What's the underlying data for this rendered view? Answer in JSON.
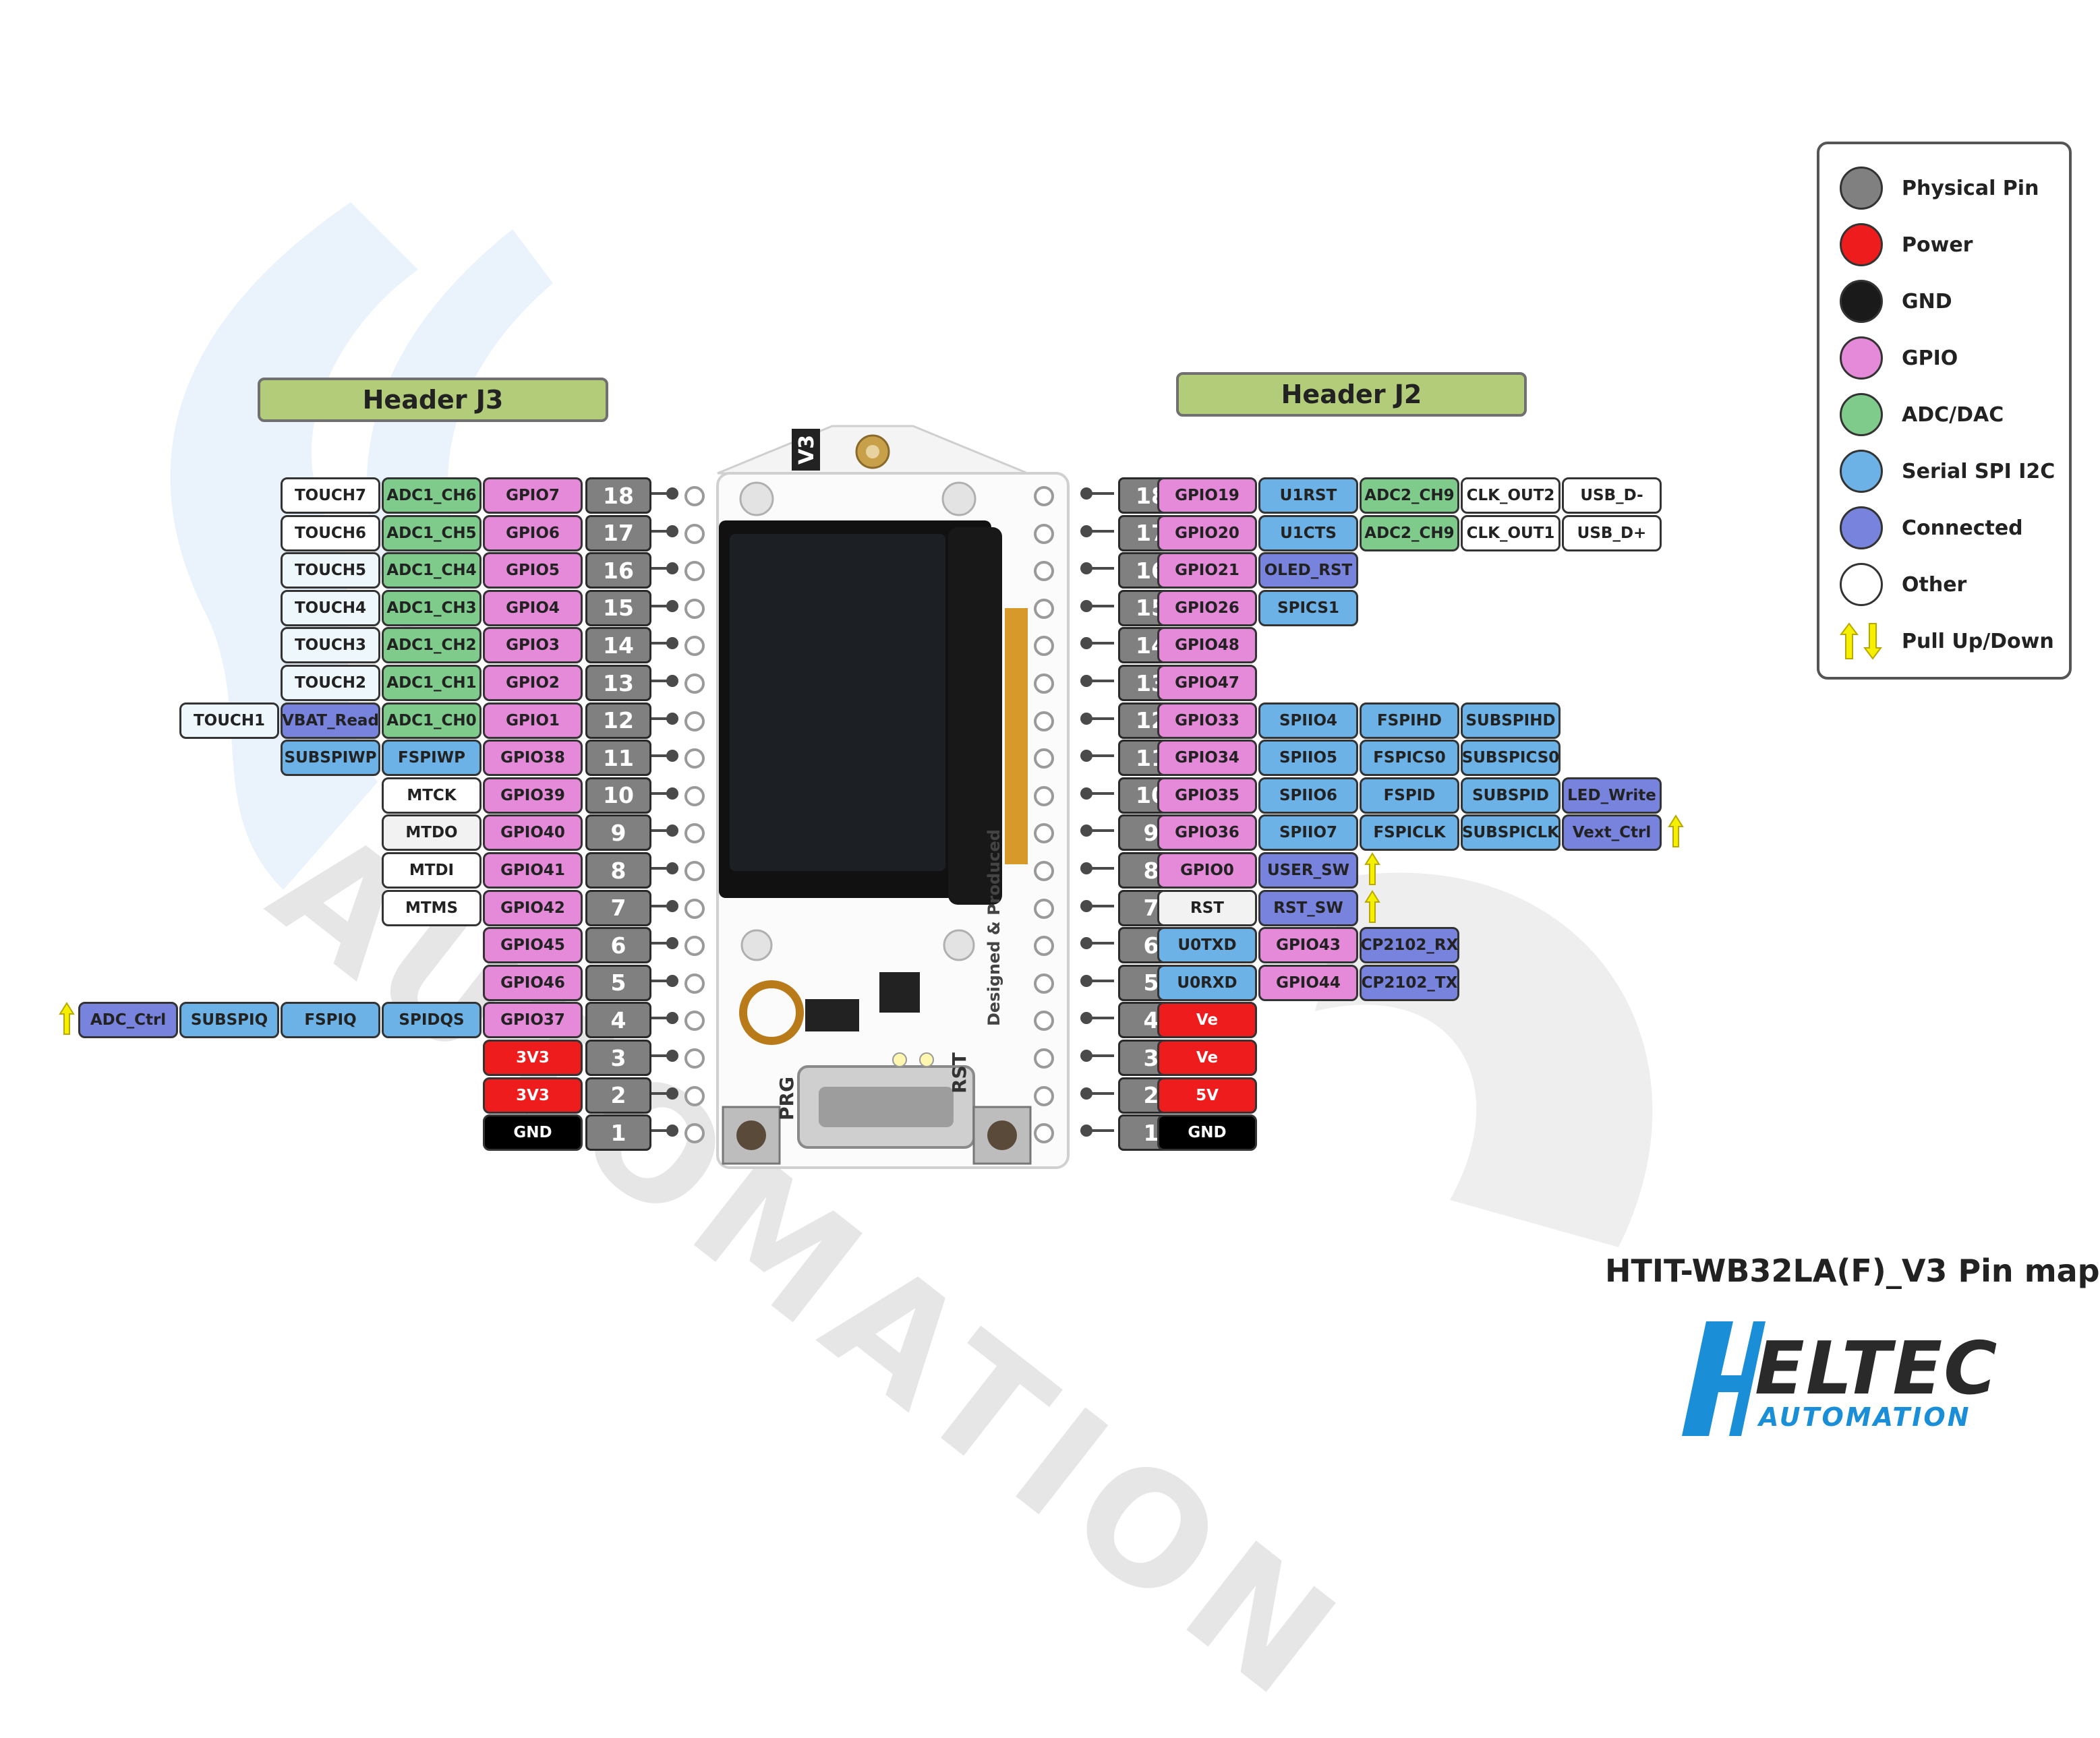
{
  "header_j3": "Header J3",
  "header_j2": "Header J2",
  "board": {
    "silkscreen_version": "V3",
    "button_prg": "PRG",
    "button_rst": "RST",
    "brand_text": "Designed & Produced"
  },
  "title": "HTIT-WB32LA(F)_V3 Pin map",
  "logo": {
    "main": "ELTEC",
    "sub": "AUTOMATION"
  },
  "watermark": "AUTOMATION",
  "legend": [
    {
      "label": "Physical Pin",
      "color": "#808080"
    },
    {
      "label": "Power",
      "color": "#ee1c1c"
    },
    {
      "label": "GND",
      "color": "#1a1a1a"
    },
    {
      "label": "GPIO",
      "color": "#e48ad8"
    },
    {
      "label": "ADC/DAC",
      "color": "#7ecb8c"
    },
    {
      "label": "Serial SPI I2C",
      "color": "#6cb2e6"
    },
    {
      "label": "Connected",
      "color": "#7783dd"
    },
    {
      "label": "Other",
      "color": "#ffffff"
    },
    {
      "label": "Pull Up/Down",
      "color": "arrows"
    }
  ],
  "left_pins": [
    {
      "pin": "18",
      "labels": [
        {
          "t": "GPIO7",
          "c": "gpio"
        },
        {
          "t": "ADC1_CH6",
          "c": "adc"
        },
        {
          "t": "TOUCH7",
          "c": "other"
        }
      ]
    },
    {
      "pin": "17",
      "labels": [
        {
          "t": "GPIO6",
          "c": "gpio"
        },
        {
          "t": "ADC1_CH5",
          "c": "adc"
        },
        {
          "t": "TOUCH6",
          "c": "other"
        }
      ]
    },
    {
      "pin": "16",
      "labels": [
        {
          "t": "GPIO5",
          "c": "gpio"
        },
        {
          "t": "ADC1_CH4",
          "c": "adc"
        },
        {
          "t": "TOUCH5",
          "c": "touch"
        }
      ]
    },
    {
      "pin": "15",
      "labels": [
        {
          "t": "GPIO4",
          "c": "gpio"
        },
        {
          "t": "ADC1_CH3",
          "c": "adc"
        },
        {
          "t": "TOUCH4",
          "c": "touch"
        }
      ]
    },
    {
      "pin": "14",
      "labels": [
        {
          "t": "GPIO3",
          "c": "gpio"
        },
        {
          "t": "ADC1_CH2",
          "c": "adc"
        },
        {
          "t": "TOUCH3",
          "c": "touch"
        }
      ]
    },
    {
      "pin": "13",
      "labels": [
        {
          "t": "GPIO2",
          "c": "gpio"
        },
        {
          "t": "ADC1_CH1",
          "c": "adc"
        },
        {
          "t": "TOUCH2",
          "c": "touch"
        }
      ]
    },
    {
      "pin": "12",
      "labels": [
        {
          "t": "GPIO1",
          "c": "gpio"
        },
        {
          "t": "ADC1_CH0",
          "c": "adc"
        },
        {
          "t": "VBAT_Read",
          "c": "conn"
        },
        {
          "t": "TOUCH1",
          "c": "touch"
        }
      ]
    },
    {
      "pin": "11",
      "labels": [
        {
          "t": "GPIO38",
          "c": "gpio"
        },
        {
          "t": "FSPIWP",
          "c": "ser"
        },
        {
          "t": "SUBSPIWP",
          "c": "ser"
        }
      ]
    },
    {
      "pin": "10",
      "labels": [
        {
          "t": "GPIO39",
          "c": "gpio"
        },
        {
          "t": "MTCK",
          "c": "other"
        }
      ]
    },
    {
      "pin": "9",
      "labels": [
        {
          "t": "GPIO40",
          "c": "gpio"
        },
        {
          "t": "MTDO",
          "c": "rst"
        }
      ]
    },
    {
      "pin": "8",
      "labels": [
        {
          "t": "GPIO41",
          "c": "gpio"
        },
        {
          "t": "MTDI",
          "c": "other"
        }
      ]
    },
    {
      "pin": "7",
      "labels": [
        {
          "t": "GPIO42",
          "c": "gpio"
        },
        {
          "t": "MTMS",
          "c": "other"
        }
      ]
    },
    {
      "pin": "6",
      "labels": [
        {
          "t": "GPIO45",
          "c": "gpio"
        }
      ]
    },
    {
      "pin": "5",
      "labels": [
        {
          "t": "GPIO46",
          "c": "gpio"
        }
      ]
    },
    {
      "pin": "4",
      "labels": [
        {
          "t": "GPIO37",
          "c": "gpio"
        },
        {
          "t": "SPIDQS",
          "c": "ser"
        },
        {
          "t": "FSPIQ",
          "c": "ser"
        },
        {
          "t": "SUBSPIQ",
          "c": "ser"
        },
        {
          "t": "ADC_Ctrl",
          "c": "conn"
        }
      ],
      "arrow": "up"
    },
    {
      "pin": "3",
      "labels": [
        {
          "t": "3V3",
          "c": "power"
        }
      ]
    },
    {
      "pin": "2",
      "labels": [
        {
          "t": "3V3",
          "c": "power"
        }
      ]
    },
    {
      "pin": "1",
      "labels": [
        {
          "t": "GND",
          "c": "gnd"
        }
      ]
    }
  ],
  "right_pins": [
    {
      "pin": "18",
      "labels": [
        {
          "t": "GPIO19",
          "c": "gpio"
        },
        {
          "t": "U1RST",
          "c": "ser"
        },
        {
          "t": "ADC2_CH9",
          "c": "adc"
        },
        {
          "t": "CLK_OUT2",
          "c": "other"
        },
        {
          "t": "USB_D-",
          "c": "other"
        }
      ]
    },
    {
      "pin": "17",
      "labels": [
        {
          "t": "GPIO20",
          "c": "gpio"
        },
        {
          "t": "U1CTS",
          "c": "ser"
        },
        {
          "t": "ADC2_CH9",
          "c": "adc"
        },
        {
          "t": "CLK_OUT1",
          "c": "other"
        },
        {
          "t": "USB_D+",
          "c": "other"
        }
      ]
    },
    {
      "pin": "16",
      "labels": [
        {
          "t": "GPIO21",
          "c": "gpio"
        },
        {
          "t": "OLED_RST",
          "c": "conn"
        }
      ]
    },
    {
      "pin": "15",
      "labels": [
        {
          "t": "GPIO26",
          "c": "gpio"
        },
        {
          "t": "SPICS1",
          "c": "ser"
        }
      ]
    },
    {
      "pin": "14",
      "labels": [
        {
          "t": "GPIO48",
          "c": "gpio"
        }
      ]
    },
    {
      "pin": "13",
      "labels": [
        {
          "t": "GPIO47",
          "c": "gpio"
        }
      ]
    },
    {
      "pin": "12",
      "labels": [
        {
          "t": "GPIO33",
          "c": "gpio"
        },
        {
          "t": "SPIIO4",
          "c": "ser"
        },
        {
          "t": "FSPIHD",
          "c": "ser"
        },
        {
          "t": "SUBSPIHD",
          "c": "ser"
        }
      ]
    },
    {
      "pin": "11",
      "labels": [
        {
          "t": "GPIO34",
          "c": "gpio"
        },
        {
          "t": "SPIIO5",
          "c": "ser"
        },
        {
          "t": "FSPICS0",
          "c": "ser"
        },
        {
          "t": "SUBSPICS0",
          "c": "ser"
        }
      ]
    },
    {
      "pin": "10",
      "labels": [
        {
          "t": "GPIO35",
          "c": "gpio"
        },
        {
          "t": "SPIIO6",
          "c": "ser"
        },
        {
          "t": "FSPID",
          "c": "ser"
        },
        {
          "t": "SUBSPID",
          "c": "ser"
        },
        {
          "t": "LED_Write",
          "c": "conn"
        }
      ]
    },
    {
      "pin": "9",
      "labels": [
        {
          "t": "GPIO36",
          "c": "gpio"
        },
        {
          "t": "SPIIO7",
          "c": "ser"
        },
        {
          "t": "FSPICLK",
          "c": "ser"
        },
        {
          "t": "SUBSPICLK",
          "c": "ser"
        },
        {
          "t": "Vext_Ctrl",
          "c": "conn"
        }
      ],
      "arrow": "up"
    },
    {
      "pin": "8",
      "labels": [
        {
          "t": "GPIO0",
          "c": "gpio"
        },
        {
          "t": "USER_SW",
          "c": "conn"
        }
      ],
      "arrow": "up"
    },
    {
      "pin": "7",
      "labels": [
        {
          "t": "RST",
          "c": "rst"
        },
        {
          "t": "RST_SW",
          "c": "conn"
        }
      ],
      "arrow": "up"
    },
    {
      "pin": "6",
      "labels": [
        {
          "t": "U0TXD",
          "c": "ser"
        },
        {
          "t": "GPIO43",
          "c": "gpio"
        },
        {
          "t": "CP2102_RX",
          "c": "conn"
        }
      ]
    },
    {
      "pin": "5",
      "labels": [
        {
          "t": "U0RXD",
          "c": "ser"
        },
        {
          "t": "GPIO44",
          "c": "gpio"
        },
        {
          "t": "CP2102_TX",
          "c": "conn"
        }
      ]
    },
    {
      "pin": "4",
      "labels": [
        {
          "t": "Ve",
          "c": "power"
        }
      ]
    },
    {
      "pin": "3",
      "labels": [
        {
          "t": "Ve",
          "c": "power"
        }
      ]
    },
    {
      "pin": "2",
      "labels": [
        {
          "t": "5V",
          "c": "power"
        }
      ]
    },
    {
      "pin": "1",
      "labels": [
        {
          "t": "GND",
          "c": "gnd"
        }
      ]
    }
  ]
}
